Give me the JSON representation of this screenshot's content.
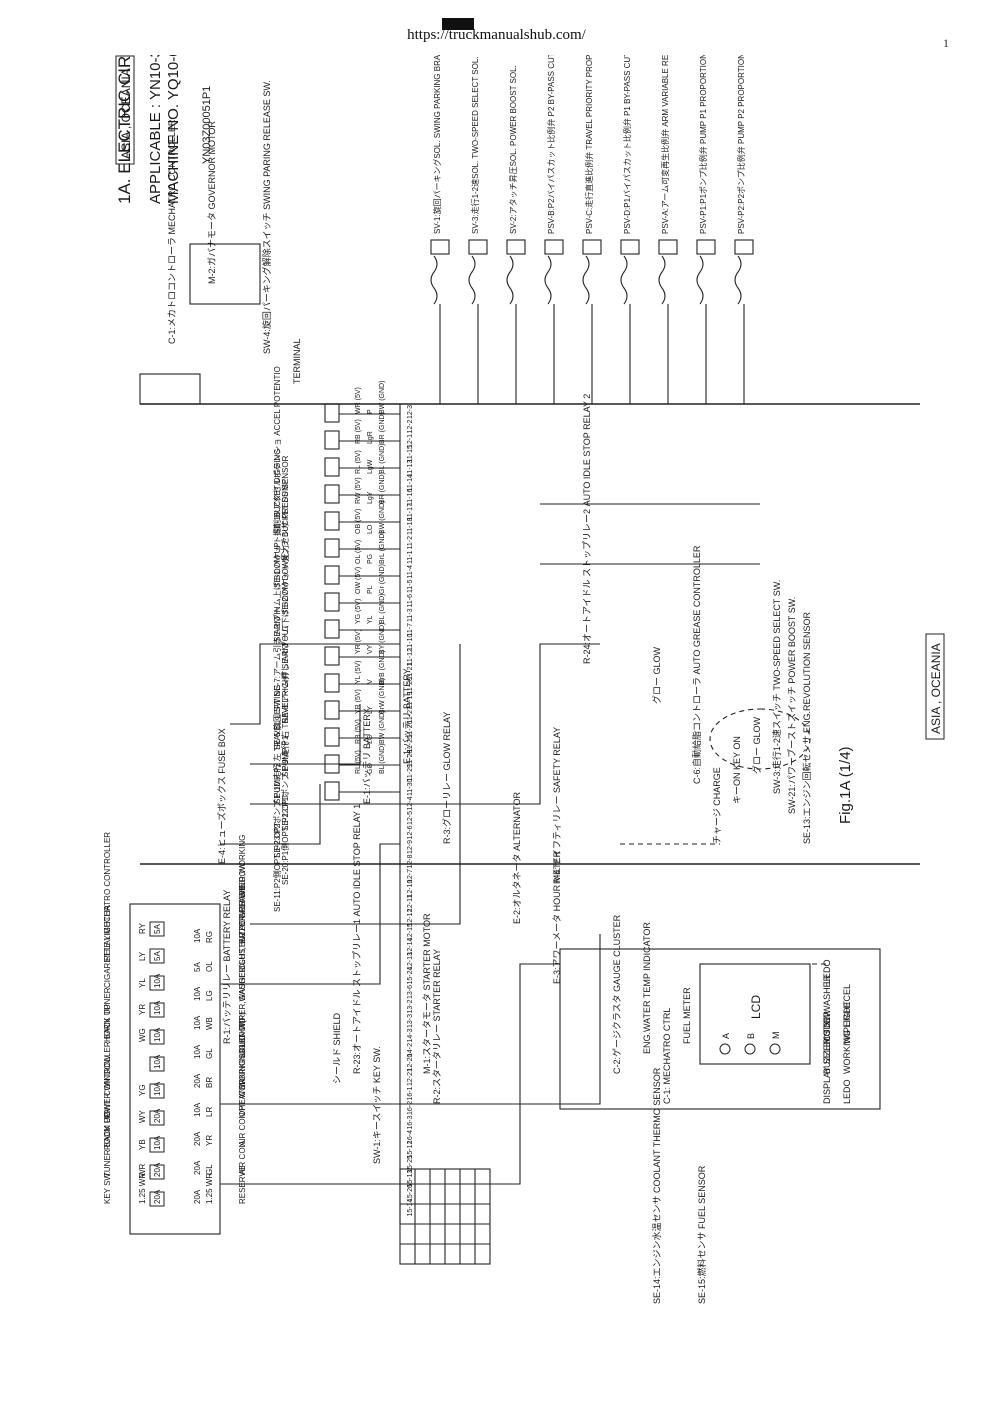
{
  "page": {
    "url": "https://truckmanualshub.com/",
    "page_number": "1"
  },
  "header": {
    "title": "1A. ELECTRIC CIRCUIT DIAGRAM",
    "region_box": "ASIA , OCEANIA",
    "applicable": "APPLICABLE : YN10-38001~",
    "machine_no": "MACHINE NO. YQ10-05501~",
    "doc_no": "YN03Z00051P1"
  },
  "footer": {
    "figure": "Fig.1A (1/4)",
    "region_box": "ASIA , OCEANIA"
  },
  "fuse_box": {
    "label": "E-4:ヒューズボックス FUSE BOX",
    "left": [
      {
        "wire": "1.25 WR",
        "fuse": "20A",
        "name": "KEY SW."
      },
      {
        "wire": "WR",
        "fuse": "20A",
        "name": "TUNER BACK UP"
      },
      {
        "wire": "YB",
        "fuse": "10A",
        "name": "ROOM LIGHT"
      },
      {
        "wire": "WY",
        "fuse": "20A",
        "name": "POWER WINDOW"
      },
      {
        "wire": "YG",
        "fuse": "10A",
        "name": "CONTROLLER BACK UP"
      },
      {
        "wire": "",
        "fuse": "10A",
        "name": ""
      },
      {
        "wire": "WG",
        "fuse": "10A",
        "name": "HORN"
      },
      {
        "wire": "YR",
        "fuse": "10A",
        "name": "TUNER"
      },
      {
        "wire": "YL",
        "fuse": "10A",
        "name": "CIGARETTE LIGHTER"
      },
      {
        "wire": "LY",
        "fuse": "5A",
        "name": "RELAY"
      },
      {
        "wire": "RY",
        "fuse": "5A",
        "name": "MECHATRO CONTROLLER"
      }
    ],
    "right": [
      {
        "wire": "1.25 WR",
        "fuse": "20A",
        "name": "RESERVE"
      },
      {
        "wire": "GL",
        "fuse": "20A",
        "name": "AIR CON."
      },
      {
        "wire": "YR",
        "fuse": "20A",
        "name": "AIR CON/HEATER"
      },
      {
        "wire": "LR",
        "fuse": "10A",
        "name": "OPT WORKING LIGHT"
      },
      {
        "wire": "BR",
        "fuse": "20A",
        "name": "WORKING LIGHT(R)"
      },
      {
        "wire": "GL",
        "fuse": "10A",
        "name": "SOLENOID"
      },
      {
        "wire": "WB",
        "fuse": "10A",
        "name": "WIPER,WASHER"
      },
      {
        "wire": "LG",
        "fuse": "10A",
        "name": "GAUGE CLUSTER POWER WINDOW"
      },
      {
        "wire": "OL",
        "fuse": "5A",
        "name": "LIGHT,BUZZER FLASHER,WORKING"
      },
      {
        "wire": "RG",
        "fuse": "10A",
        "name": "AUTO GREASE"
      }
    ]
  },
  "batteries": [
    {
      "label": "E-1:バッテリ BATTERY"
    },
    {
      "label": "E-1:バッテリ BATTERY"
    }
  ],
  "relays": [
    "R-1:バッテリリレー BATTERY RELAY",
    "R-3:グローリレー GLOW RELAY",
    "R-23:オートアイドル ストップリレー1 AUTO IDLE STOP RELAY 1",
    "R-2:スタータリレー STARTER RELAY",
    "R-4:セイフティリレー SAFETY RELAY",
    "R-24:オートアイドル ストップリレー2 AUTO IDLE STOP RELAY 2"
  ],
  "components": {
    "alternator": "E-2:オルタネータ ALTERNATOR",
    "hour_meter": "E-3:アワーメータ HOUR METER",
    "starter_motor": "M-1:スタータモータ STARTER MOTOR",
    "glow": "グロー GLOW",
    "key_sw": "SW-1:キースイッチ KEY SW.",
    "controller": "C-1:メカトロコントローラ MECHATRO CONTROLLER",
    "governor_motor": "M-2:ガバナモータ GOVERNOR MOTOR",
    "auto_grease": "C-6:自動給脂コントローラ AUTO GREASE CONTROLLER",
    "gauge_cluster": "C-2:ゲージクラスタ GAUGE CLUSTER",
    "coolant_sensor": "SE-14:エンジン水温センサ COOLANT THERMO SENSOR",
    "fuel_sensor": "SE-15:燃料センサ FUEL SENSOR",
    "mechatro_ctrl": "C-1: MECHATRO CTRL",
    "eng_rev_sensor": "SE-13:エンジン回転センサ ENG.REVOLUTION SENSOR",
    "two_speed_sw": "SW-3:走行1-2速スイッチ TWO-SPEED SELECT SW.",
    "power_boost_sw": "SW-21:パワーブーストスイッチ POWER BOOST SW.",
    "charge": "チャージ CHARGE",
    "key_on": "キーON KEY ON",
    "glow2": "グロー GLOW",
    "lcd": "LCD",
    "shield": "シールド SHIELD"
  },
  "gauge_panel": {
    "eng_water": "ENG.WATER TEMP INDICATOR",
    "fuel_meter": "FUEL METER",
    "buttons": [
      "A",
      "B",
      "M"
    ],
    "bottom": [
      "DISPLAY SELECT SW.",
      "BUZZER STOP",
      "MODE",
      "WASHER",
      "LEDO",
      "LEDO",
      "WORKING LIGHT",
      "WIPER",
      "DECEL"
    ]
  },
  "sensors": [
    {
      "id": "SE-16",
      "label": "SE-16:アクセルポテンショ ACCEL POTENTIO"
    },
    {
      "id": "SE-7",
      "label": "圧力センサ PRESS SENSOR"
    },
    {
      "id": "SE-1",
      "label": "SE-1:バケット掘削 BUCKET DIGGING"
    },
    {
      "id": "SE-2",
      "label": "SE-2:バケットダンプ BUCKET DUMP"
    },
    {
      "id": "SE-3",
      "label": "SE-3:ブーム上げ BOOM UP"
    },
    {
      "id": "SE-4",
      "label": "SE-4:ブーム下げ BOOM DOWN"
    },
    {
      "id": "SE-7b",
      "label": "SE-7:アーム引き ARM IN"
    },
    {
      "id": "SE-8",
      "label": "SE-8:アーム押し ARM OUT"
    },
    {
      "id": "SE-5",
      "label": "SE-5:旋回 SWING"
    },
    {
      "id": "SE-9",
      "label": "SE-9:走行 右 TRAVEL RIGHT"
    },
    {
      "id": "SE-10",
      "label": "SE-10:走行 左 TRAVEL LEFT"
    },
    {
      "id": "SE-22",
      "label": "SE-22:P1ポンプ PUMP P1"
    },
    {
      "id": "SE-23",
      "label": "SE-23:P2ポンプ PUMP P2"
    },
    {
      "id": "SE-20",
      "label": "SE-20:P1側OPT. P1 OPT."
    },
    {
      "id": "SE-11",
      "label": "SE-11:P2側OPT. P2 OPT."
    }
  ],
  "sensor_wires": [
    {
      "a": "WR (5V)",
      "b": "P",
      "c": "BW (GND)"
    },
    {
      "a": "RB (5V)",
      "b": "LgR",
      "c": "BR (GND)"
    },
    {
      "a": "RL (5V)",
      "b": "LgW",
      "c": "BL (GND)"
    },
    {
      "a": "RW (5V)",
      "b": "LgY",
      "c": "BR (GND)"
    },
    {
      "a": "OB (5V)",
      "b": "LO",
      "c": "BW (GND)"
    },
    {
      "a": "OL (5V)",
      "b": "PG",
      "c": "BrL (GND)"
    },
    {
      "a": "OW (5V)",
      "b": "PL",
      "c": "Gr (GND)"
    },
    {
      "a": "YG (5V)",
      "b": "YL",
      "c": "BL (GND)"
    },
    {
      "a": "YR (5V)",
      "b": "VY",
      "c": "BY (GND)"
    },
    {
      "a": "YL (5V)",
      "b": "V",
      "c": "BrB (GND)"
    },
    {
      "a": "YR (5V)",
      "b": "LY",
      "c": "BrW (GND)"
    },
    {
      "a": "RB (5V)",
      "b": "LG",
      "c": "BW (GND)"
    },
    {
      "a": "RL (5V)",
      "b": "GO",
      "c": "BL (GND)"
    }
  ],
  "connector_pins": [
    "12-3",
    "12-2",
    "12-1",
    "11-15",
    "11-13",
    "11-14",
    "11-16",
    "11-17",
    "11-18",
    "11-2",
    "11-1",
    "11-4",
    "11-5",
    "11-6",
    "11-3",
    "11-7",
    "11-10",
    "11-12",
    "11-21",
    "11-20",
    "11-19",
    "11-27",
    "11-26",
    "11-25",
    "11-28",
    "11-29",
    "11-30",
    "12-4",
    "12-5",
    "12-6",
    "12-9",
    "12-8",
    "12-7",
    "12-10",
    "12-11",
    "12-12",
    "12-15",
    "12-14",
    "12-13",
    "15-24",
    "13-6",
    "13-2",
    "13-3",
    "14-3",
    "14-2",
    "12-20",
    "12-21",
    "16-1",
    "16-2",
    "16-3",
    "16-4",
    "15-12",
    "15-25",
    "15-13",
    "15-26",
    "15-14"
  ],
  "outputs": [
    {
      "label": "SV-1:旋回パーキングSOL. SWING PARKING BRAKE SOL."
    },
    {
      "label": "SV-3:走行1-2速SOL. TWO-SPEED SELECT SOL."
    },
    {
      "label": "SV-2:アタッチ昇圧SOL. POWER BOOST SOL."
    },
    {
      "label": "PSV-B:P2バイパスカット比例弁 P2 BY-PASS CUT PROPORTIONAL SOL."
    },
    {
      "label": "PSV-C:走行直進比例弁 TRAVEL PRIORITY PROPORTIONAL SOL."
    },
    {
      "label": "PSV-D:P1バイパスカット比例弁 P1 BY-PASS CUT PROPORTIONAL SOL."
    },
    {
      "label": "PSV-A:アーム可変再生比例弁 ARM VARIABLE RECIRCULATION PROPORTIONAL SOL."
    },
    {
      "label": "PSV-P1:P1ポンプ比例弁 PUMP P1 PROPORTIONAL SOL."
    },
    {
      "label": "PSV-P2:P2ポンプ比例弁 PUMP P2 PROPORTIONAL SOL."
    }
  ],
  "swing_release": "SW-4:旋回パーキング解除スイッチ SWING PARING RELEASE SW.",
  "terminal": "TERMINAL"
}
